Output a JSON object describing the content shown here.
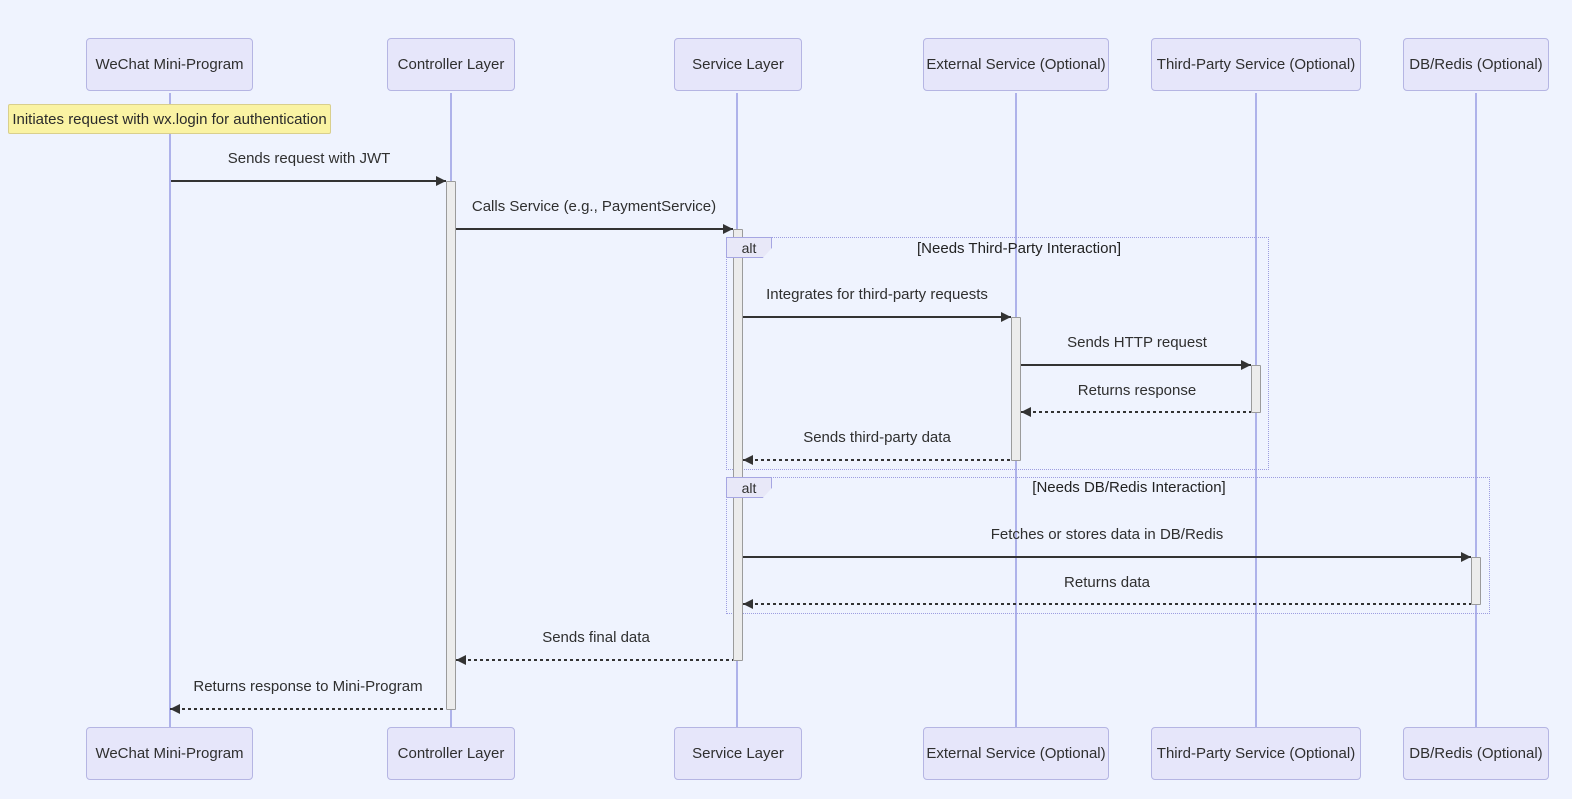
{
  "diagram": {
    "type": "sequence-diagram",
    "participants": [
      {
        "id": "wechat",
        "label": "WeChat Mini-Program"
      },
      {
        "id": "controller",
        "label": "Controller Layer"
      },
      {
        "id": "service",
        "label": "Service Layer"
      },
      {
        "id": "external",
        "label": "External Service (Optional)"
      },
      {
        "id": "thirdparty",
        "label": "Third-Party Service (Optional)"
      },
      {
        "id": "dbredis",
        "label": "DB/Redis (Optional)"
      }
    ],
    "note": {
      "text": "Initiates request with wx.login for authentication",
      "attached_to": "wechat"
    },
    "messages": [
      {
        "from": "wechat",
        "to": "controller",
        "label": "Sends request with JWT",
        "style": "solid"
      },
      {
        "from": "controller",
        "to": "service",
        "label": "Calls Service (e.g., PaymentService)",
        "style": "solid"
      },
      {
        "from": "service",
        "to": "external",
        "label": "Integrates for third-party requests",
        "style": "solid"
      },
      {
        "from": "external",
        "to": "thirdparty",
        "label": "Sends HTTP request",
        "style": "solid"
      },
      {
        "from": "thirdparty",
        "to": "external",
        "label": "Returns response",
        "style": "dotted"
      },
      {
        "from": "external",
        "to": "service",
        "label": "Sends third-party data",
        "style": "dotted"
      },
      {
        "from": "service",
        "to": "dbredis",
        "label": "Fetches or stores data in DB/Redis",
        "style": "solid"
      },
      {
        "from": "dbredis",
        "to": "service",
        "label": "Returns data",
        "style": "dotted"
      },
      {
        "from": "service",
        "to": "controller",
        "label": "Sends final data",
        "style": "dotted"
      },
      {
        "from": "controller",
        "to": "wechat",
        "label": "Returns response to Mini-Program",
        "style": "dotted"
      }
    ],
    "alt_blocks": [
      {
        "operator": "alt",
        "condition": "[Needs Third-Party Interaction]"
      },
      {
        "operator": "alt",
        "condition": "[Needs DB/Redis Interaction]"
      }
    ],
    "colors": {
      "background": "#eff3fe",
      "participant_fill": "#e6e6fa",
      "participant_border": "#b5b5e3",
      "lifeline": "#aeb2ea",
      "activation_fill": "#ececec",
      "activation_border": "#9b9b9b",
      "note_fill": "#faf3a3",
      "note_border": "#d9cf8d",
      "frame_border": "#9d9de0",
      "arrow": "#333333",
      "text": "#2f2f2f"
    }
  }
}
